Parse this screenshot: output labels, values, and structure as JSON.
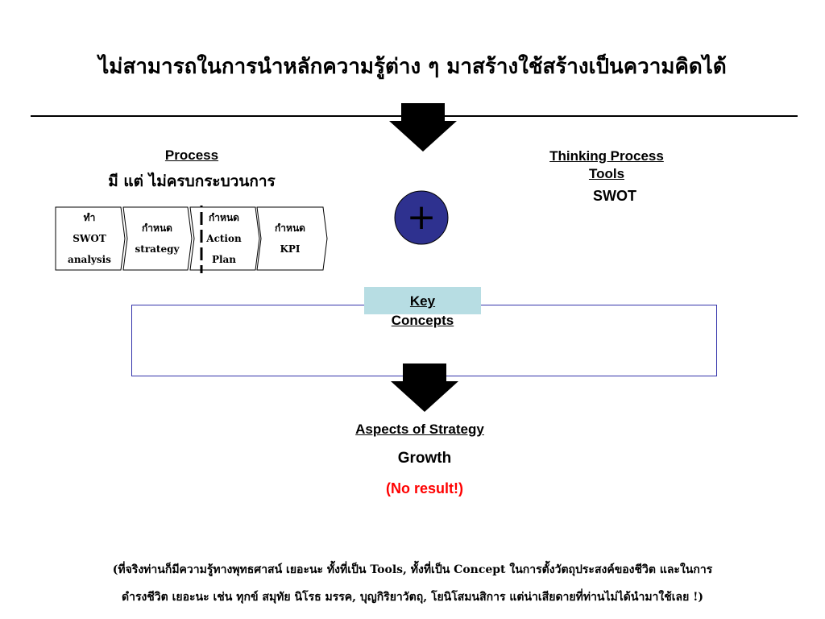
{
  "title": "ไม่สามารถในการนำหลักความรู้ต่าง ๆ มาสร้างใช้สร้างเป็นความคิดได้",
  "process": {
    "heading": "Process",
    "subtitle": "มี แต่ ไม่ครบกระบวนการ",
    "steps": [
      {
        "lines": [
          "ทำ",
          "SWOT",
          "analysis"
        ]
      },
      {
        "lines": [
          "กำหนด",
          "strategy"
        ]
      },
      {
        "lines": [
          "กำหนด",
          "Action",
          "Plan"
        ]
      },
      {
        "lines": [
          "กำหนด",
          "KPI"
        ]
      }
    ]
  },
  "plus_symbol": "+",
  "thinking": {
    "heading_line1": "Thinking Process",
    "heading_line2": "Tools",
    "value": "SWOT"
  },
  "key_concepts": {
    "line1": "Key",
    "line2": "Concepts"
  },
  "aspects": {
    "heading": "Aspects of Strategy",
    "value": "Growth",
    "note": "(No result!)"
  },
  "footer": {
    "line1": "(ที่จริงท่านก็มีความรู้ทางพุทธศาสน์ เยอะนะ ทั้งที่เป็น Tools, ทั้งที่เป็น Concept ในการตั้งวัตถุประสงค์ของชีวิต และในการ",
    "line2": "ดำรงชีวิต เยอะนะ เช่น ทุกข์ สมุทัย นิโรธ มรรค, บุญกิริยาวัตถุ, โยนิโสมนสิการ แต่น่าเสียดายที่ท่านไม่ได้นำมาใช้เลย !)"
  },
  "colors": {
    "plus_circle": "#2e318f",
    "key_box": "#b7dde3",
    "frame_border": "#3333aa",
    "no_result": "#ff0000"
  },
  "icons": {
    "top_arrow": "down-arrow-icon",
    "bottom_arrow": "down-arrow-icon",
    "plus": "plus-circle-icon"
  }
}
